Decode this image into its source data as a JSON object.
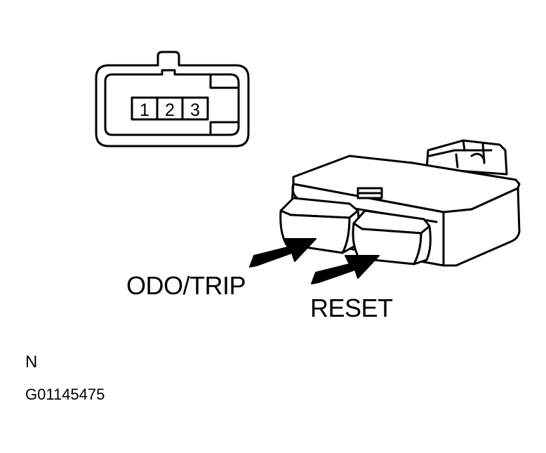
{
  "connector": {
    "pins": [
      "1",
      "2",
      "3"
    ]
  },
  "labels": {
    "odo_trip": "ODO/TRIP",
    "reset": "RESET",
    "view_letter": "N",
    "figure_code": "G01145475"
  },
  "colors": {
    "ink": "#000000",
    "paper": "#ffffff"
  }
}
